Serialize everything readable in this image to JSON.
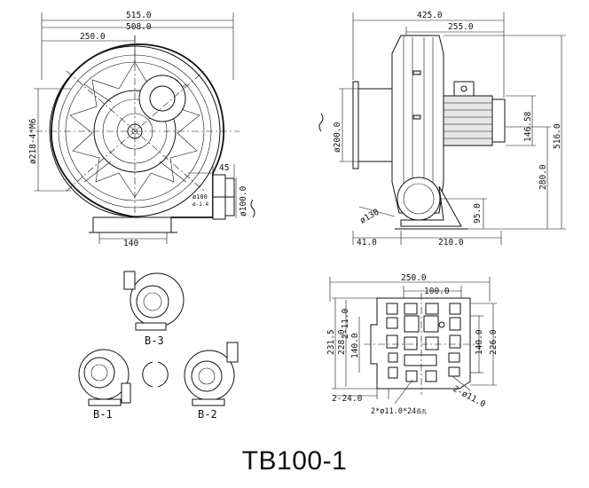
{
  "title": "TB100-1",
  "front_view": {
    "dims": {
      "overall_width": "515.0",
      "inner_width": "508.0",
      "half_width": "250.0",
      "bolt_circle": "ø218-4*M6",
      "outlet_offset": "45",
      "outlet_dia": "ø100.0",
      "flange_note_dia": "ø100",
      "flange_note_sub": "ø-1.4",
      "base_width": "140"
    }
  },
  "side_view": {
    "dims": {
      "overall_length": "425.0",
      "motor_length": "255.0",
      "inlet_dia": "ø200.0",
      "motor_height": "146.58",
      "total_height": "516.0",
      "center_height": "280.0",
      "base_height": "95.0",
      "outlet_dia": "ø130",
      "front_offset": "41.0",
      "base_length": "210.0"
    }
  },
  "orientations": {
    "b3": "B-3",
    "b1": "B-1",
    "b2": "B-2"
  },
  "base_plate": {
    "dims": {
      "width": "250.0",
      "hole_spacing": "100.0",
      "depth_outer": "231.5",
      "depth_inner": "228.0",
      "slot_a": "2-11.0",
      "mid_left": "140.0",
      "mid_right": "140.0",
      "right_depth": "226.0",
      "slot_b": "2-24.0",
      "holes_note": "2*ø11.0*24",
      "holes_note_suffix": "長孔",
      "hole_callout": "2-ø11.0"
    }
  }
}
